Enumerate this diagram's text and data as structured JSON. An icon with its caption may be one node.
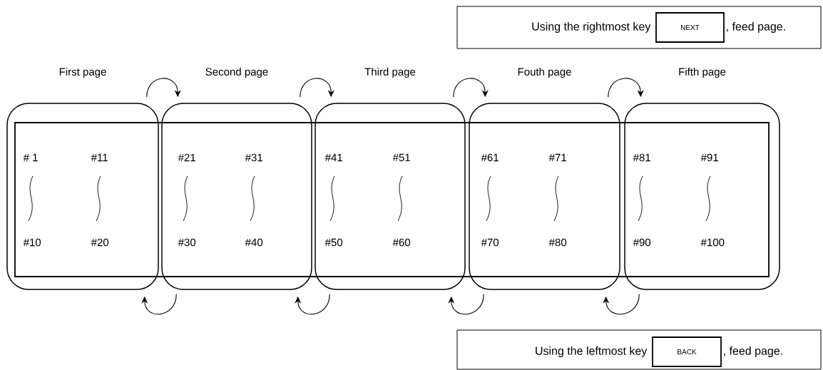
{
  "diagram": {
    "nodes": [
      {
        "text": [
          "Using the rightmost key",
          ", feed page."
        ]
      },
      {
        "text": [
          "NEXT"
        ],
        "in": 0
      },
      {
        "text": [],
        "shape": "box"
      },
      {
        "text": [
          "First page",
          "# 1",
          "#11",
          "#10",
          "#20"
        ]
      },
      {
        "text": [
          "Second page",
          "#21",
          "#31",
          "#30",
          "#40"
        ]
      },
      {
        "text": [
          "Third page",
          "#41",
          "#51",
          "#50",
          "#60"
        ]
      },
      {
        "text": [
          "Fouth page",
          "#61",
          "#71",
          "#70",
          "#80"
        ]
      },
      {
        "text": [
          "Fifth page",
          "#81",
          "#91",
          "#90",
          "#100"
        ]
      },
      {
        "text": [
          "Using the leftmost key",
          ", feed page."
        ]
      },
      {
        "text": [
          "BACK"
        ],
        "in": 8
      }
    ],
    "edges": [
      {
        "from": 3,
        "to": 4,
        "arrow": "to"
      },
      {
        "from": 4,
        "to": 5,
        "arrow": "to"
      },
      {
        "from": 5,
        "to": 6,
        "arrow": "to"
      },
      {
        "from": 6,
        "to": 7,
        "arrow": "to"
      },
      {
        "from": 4,
        "to": 3,
        "arrow": "to"
      },
      {
        "from": 5,
        "to": 4,
        "arrow": "to"
      },
      {
        "from": 6,
        "to": 5,
        "arrow": "to"
      },
      {
        "from": 7,
        "to": 6,
        "arrow": "to"
      }
    ]
  }
}
